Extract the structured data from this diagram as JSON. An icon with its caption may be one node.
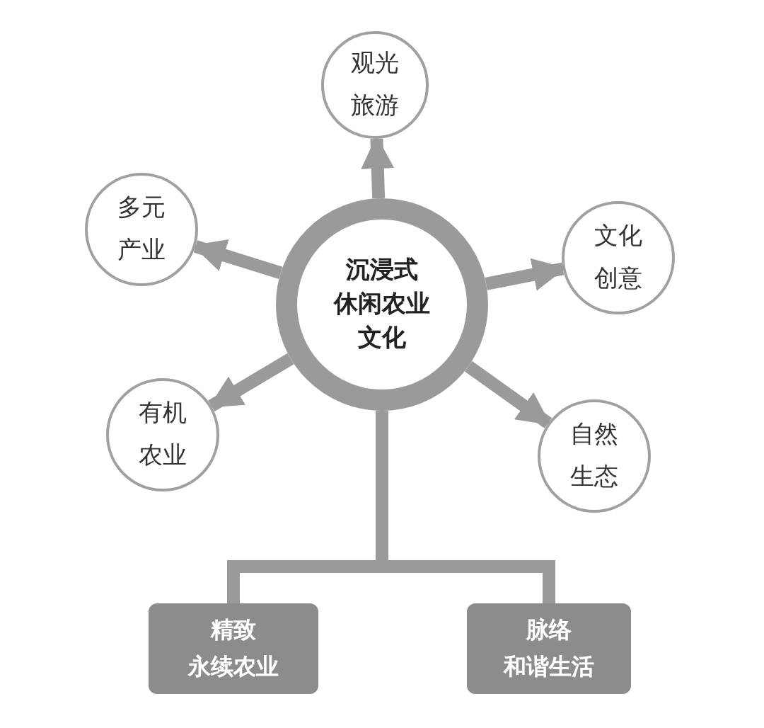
{
  "diagram": {
    "nodes": [
      {
        "text": [
          "沉浸式休闲农业文化"
        ]
      },
      {
        "text": [
          "观光旅游"
        ]
      },
      {
        "text": [
          "多元产业"
        ]
      },
      {
        "text": [
          "文化创意"
        ]
      },
      {
        "text": [
          "有机农业"
        ]
      },
      {
        "text": [
          "自然生态"
        ]
      },
      {
        "text": [
          "精致永续农业"
        ]
      },
      {
        "text": [
          "脉络和谐生活"
        ]
      }
    ],
    "edges": [
      {
        "from": 0,
        "to": 1,
        "arrow": "to"
      },
      {
        "from": 0,
        "to": 2,
        "arrow": "to"
      },
      {
        "from": 0,
        "to": 3,
        "arrow": "to"
      },
      {
        "from": 0,
        "to": 4,
        "arrow": "to"
      },
      {
        "from": 0,
        "to": 5,
        "arrow": "to"
      },
      {
        "from": 0,
        "to": 6,
        "arrow": "none"
      },
      {
        "from": 0,
        "to": 7,
        "arrow": "none"
      }
    ]
  }
}
